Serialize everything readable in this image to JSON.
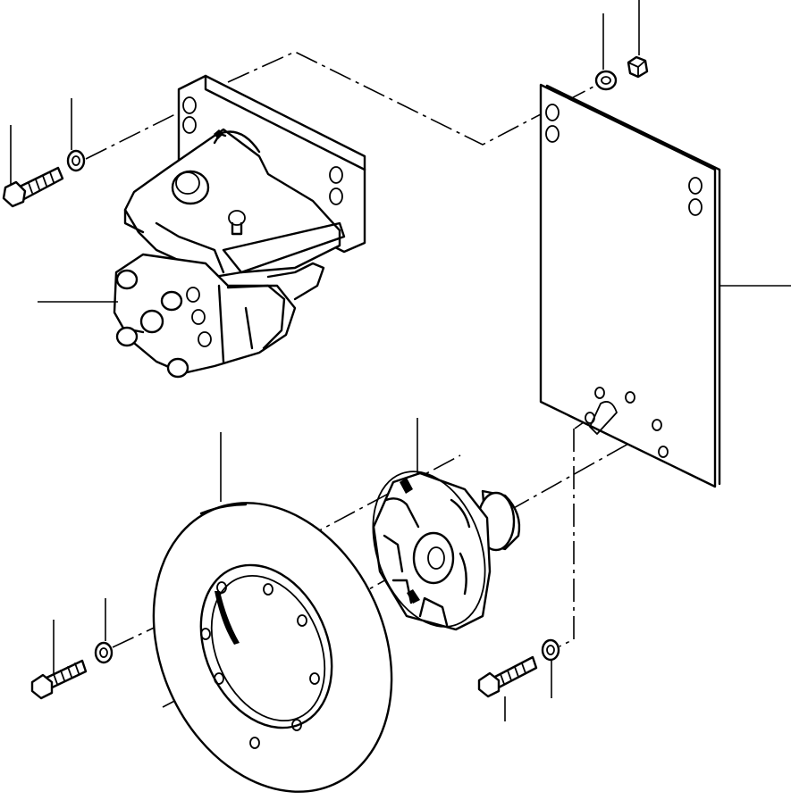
{
  "diagram": {
    "kind": "exploded parts view",
    "text_labels": [],
    "parts": [
      {
        "id": "caliper-assembly",
        "icon": "brake-caliper-icon"
      },
      {
        "id": "mounting-bracket",
        "icon": "plate-icon"
      },
      {
        "id": "brake-disc",
        "icon": "disc-icon"
      },
      {
        "id": "hub-flange",
        "icon": "hub-icon"
      },
      {
        "id": "bolt-upper-left",
        "icon": "bolt-icon"
      },
      {
        "id": "washer-upper-left",
        "icon": "washer-icon"
      },
      {
        "id": "washer-upper-right",
        "icon": "washer-icon"
      },
      {
        "id": "nut-upper-right",
        "icon": "nut-icon"
      },
      {
        "id": "bolt-lower-left",
        "icon": "bolt-icon"
      },
      {
        "id": "washer-lower-left",
        "icon": "washer-icon"
      },
      {
        "id": "bolt-lower-right",
        "icon": "bolt-icon"
      },
      {
        "id": "washer-lower-right",
        "icon": "washer-icon"
      }
    ],
    "colors": {
      "line": "#000000",
      "background": "#ffffff"
    }
  }
}
